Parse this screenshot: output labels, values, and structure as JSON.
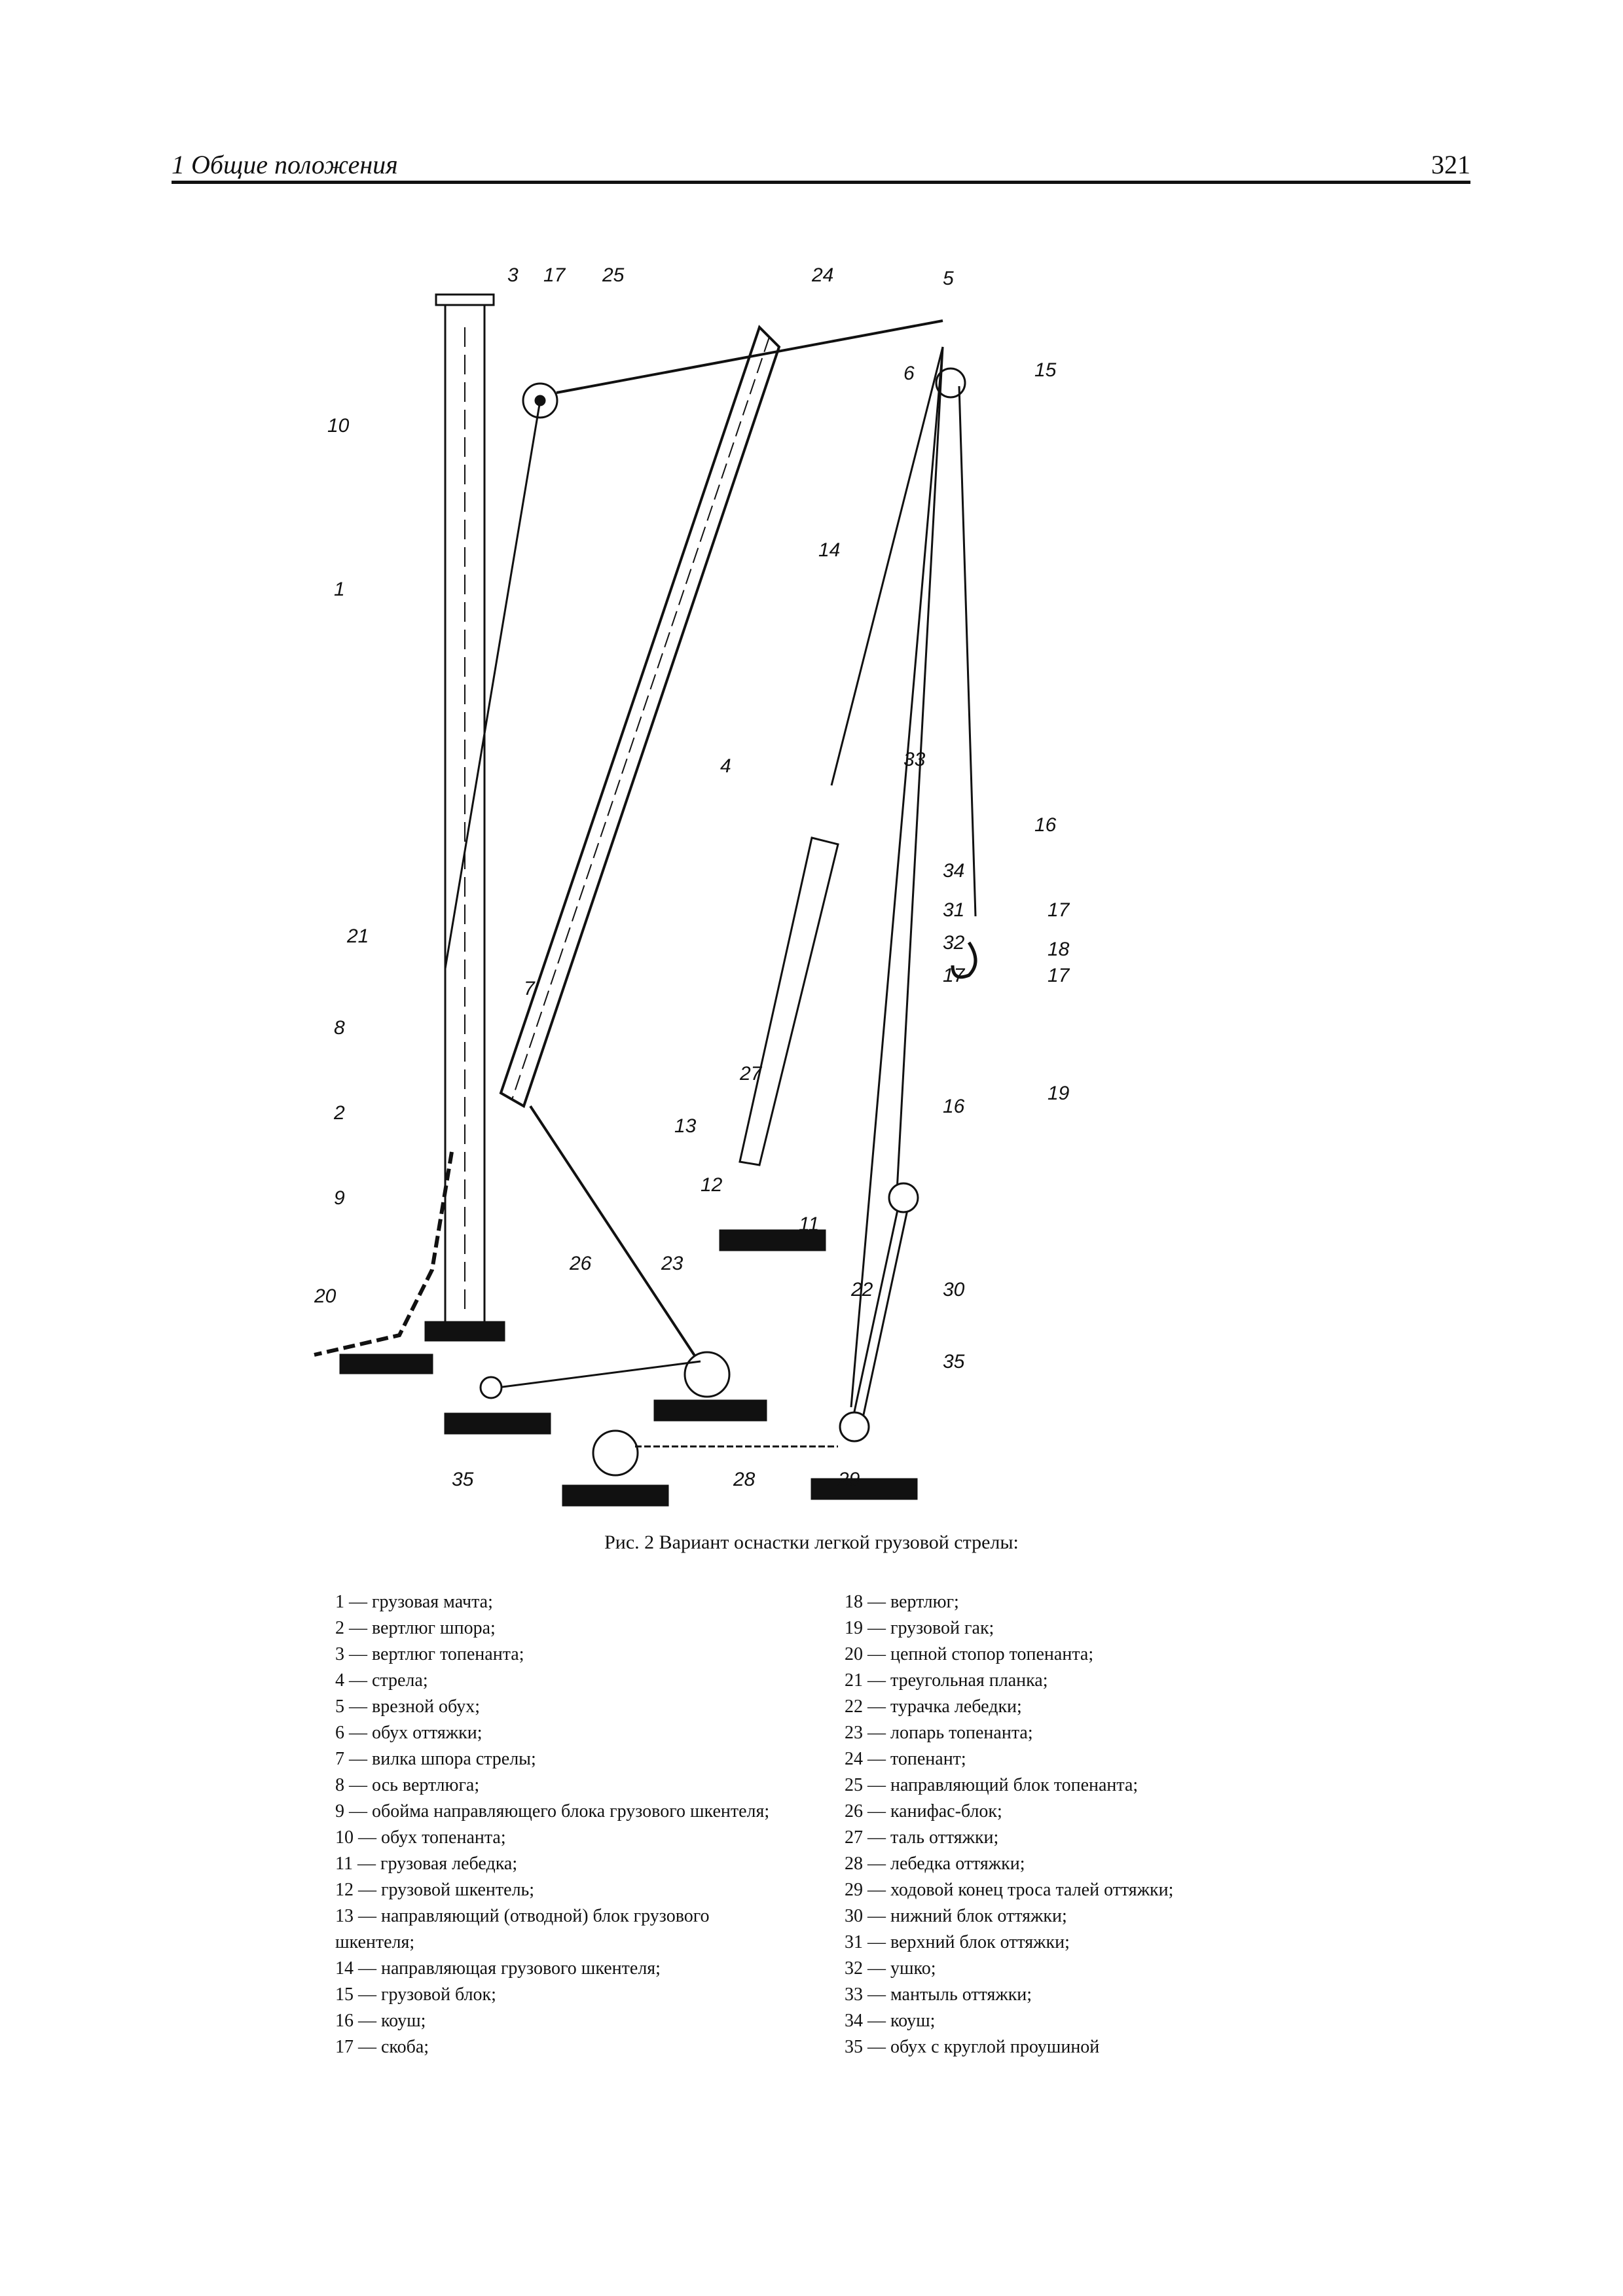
{
  "header": {
    "section_title": "1 Общие положения",
    "page_number": "321"
  },
  "figure": {
    "labels": [
      "1",
      "2",
      "3",
      "4",
      "5",
      "6",
      "7",
      "8",
      "9",
      "10",
      "11",
      "12",
      "13",
      "14",
      "15",
      "16",
      "17",
      "17",
      "18",
      "17",
      "16",
      "17",
      "19",
      "20",
      "21",
      "22",
      "23",
      "24",
      "25",
      "26",
      "27",
      "28",
      "29",
      "30",
      "31",
      "32",
      "33",
      "34",
      "35",
      "35"
    ]
  },
  "caption": "Рис. 2 Вариант оснастки легкой грузовой стрелы:",
  "legend_left": [
    "1 — грузовая мачта;",
    "2 — вертлюг шпора;",
    "3 — вертлюг топенанта;",
    "4 — стрела;",
    "5 — врезной обух;",
    "6 — обух оттяжки;",
    "7 — вилка шпора стрелы;",
    "8 — ось вертлюга;",
    "9 — обойма направляющего блока грузового шкентеля;",
    "10 — обух топенанта;",
    "11 — грузовая лебедка;",
    "12 — грузовой шкентель;",
    "13 — направляющий (отводной) блок грузового шкентеля;",
    "14 — направляющая грузового шкентеля;",
    "15 — грузовой блок;",
    "16 — коуш;",
    "17 — скоба;"
  ],
  "legend_right": [
    "18 — вертлюг;",
    "19 — грузовой гак;",
    "20 — цепной стопор топенанта;",
    "21 — треугольная планка;",
    "22 — турачка лебедки;",
    "23 — лопарь топенанта;",
    "24 — топенант;",
    "25 — направляющий блок топенанта;",
    "26 — канифас-блок;",
    "27 — таль оттяжки;",
    "28 — лебедка оттяжки;",
    "29 — ходовой конец троса талей оттяжки;",
    "30 — нижний блок оттяжки;",
    "31 — верхний блок оттяжки;",
    "32 — ушко;",
    "33 — мантыль оттяжки;",
    "34 — коуш;",
    "35 — обух с круглой проушиной"
  ]
}
